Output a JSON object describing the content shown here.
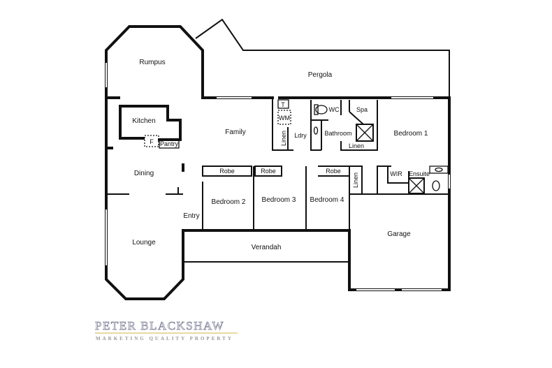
{
  "rooms": {
    "rumpus": "Rumpus",
    "pergola": "Pergola",
    "kitchen": "Kitchen",
    "family": "Family",
    "pantry_f": "F",
    "pantry": "Pantry",
    "dining": "Dining",
    "lounge": "Lounge",
    "entry": "Entry",
    "verandah": "Verandah",
    "robe1": "Robe",
    "robe2": "Robe",
    "robe3": "Robe",
    "bedroom2": "Bedroom 2",
    "bedroom3": "Bedroom 3",
    "bedroom4": "Bedroom 4",
    "linen_ldry": "Linen",
    "t": "T",
    "wm": "WM",
    "ldry": "Ldry",
    "wc": "WC",
    "spa": "Spa",
    "bathroom": "Bathroom",
    "linen_bath": "Linen",
    "bedroom1": "Bedroom 1",
    "linen_hall": "Linen",
    "wir": "WIR",
    "ensuite": "Ensuite",
    "garage": "Garage"
  },
  "logo": {
    "name": "PETER BLACKSHAW",
    "tagline": "MARKETING QUALITY PROPERTY",
    "accent_color": "#e8d9a0"
  }
}
